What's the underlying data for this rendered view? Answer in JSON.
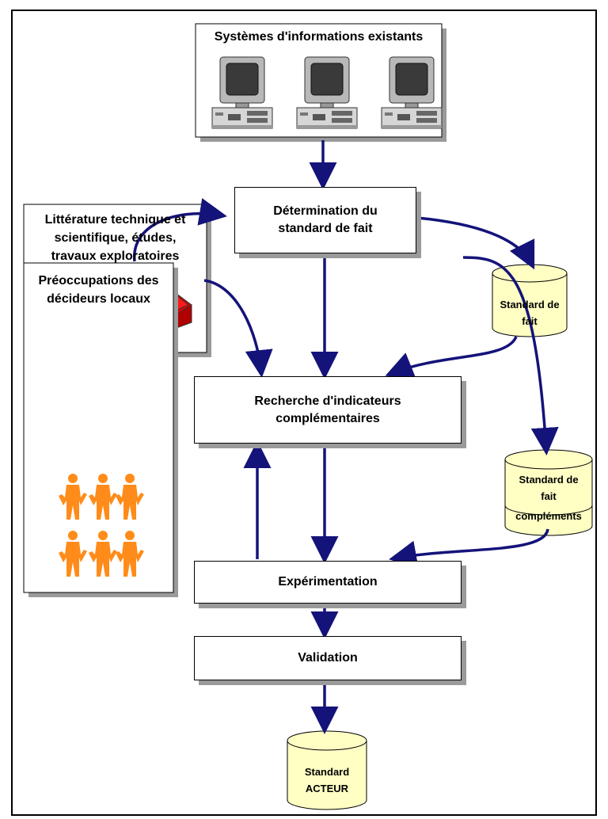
{
  "nodes": {
    "systemes": "Systèmes d'informations existants",
    "determination": [
      "Détermination du",
      "standard de fait"
    ],
    "litterature": [
      "Littérature technique et",
      "scientifique, études,",
      "travaux exploratoires"
    ],
    "recherche": [
      "Recherche d'indicateurs",
      "complémentaires"
    ],
    "preoccupations": [
      "Préoccupations des",
      "décideurs locaux"
    ],
    "experimentation": "Expérimentation",
    "validation": "Validation"
  },
  "datastores": {
    "standard_fait": [
      "Standard de",
      "fait"
    ],
    "standard_fait_complements": [
      "Standard de",
      "fait",
      "compléments"
    ],
    "standard_acteur": [
      "Standard",
      "ACTEUR"
    ]
  },
  "colors": {
    "arrow": "#14137a",
    "cylinder": "#ffffc4",
    "book": "#e00000",
    "people": "#ff8c1a",
    "shadow": "#9a9a9a"
  },
  "icons": {
    "computers": "computer-icon",
    "books": "book-icon",
    "people": "person-icon"
  }
}
